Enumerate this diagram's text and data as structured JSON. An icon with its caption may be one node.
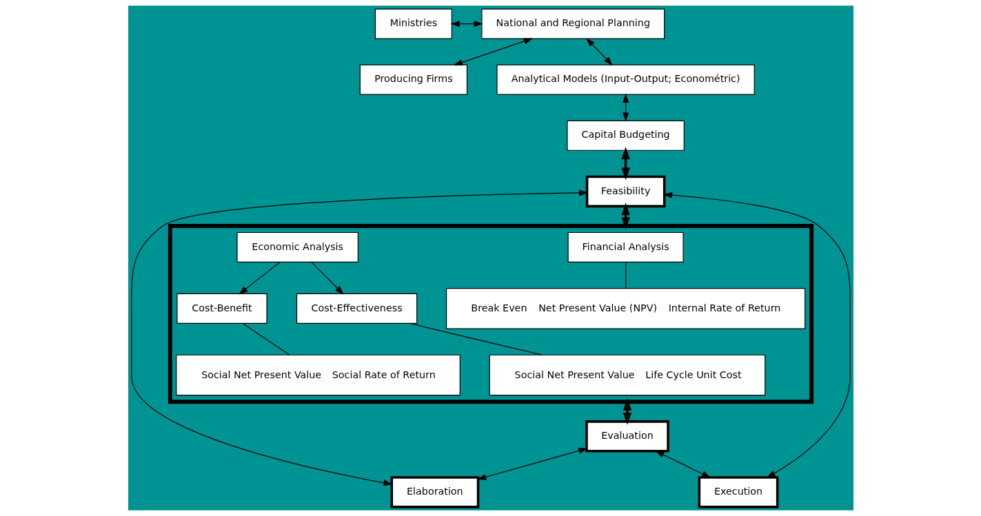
{
  "diagram": {
    "nodes": [
      {
        "text": [
          "Ministries"
        ]
      },
      {
        "text": [
          "Producing Firms"
        ]
      },
      {
        "text": [
          "National and Regional Planning"
        ]
      },
      {
        "text": [
          "Analytical Models (Input-Output; Econométric)"
        ]
      },
      {
        "text": [
          "Capital Budgeting"
        ]
      },
      {
        "text": [
          "Feasibility"
        ]
      },
      {
        "text": [],
        "shape": "box"
      },
      {
        "text": [
          "Financial Analysis"
        ],
        "in": 6
      },
      {
        "text": [
          "Break Even",
          "Net Present Value (NPV)",
          "Internal Rate of Return"
        ],
        "in": 6
      },
      {
        "text": [
          "Economic Analysis"
        ],
        "in": 6
      },
      {
        "text": [
          "Cost-Benefit"
        ],
        "in": 6
      },
      {
        "text": [
          "Cost-Effectiveness"
        ],
        "in": 6
      },
      {
        "text": [
          "Social Net Present Value",
          "Social Rate of Return"
        ],
        "in": 6
      },
      {
        "text": [
          "Social Net Present Value",
          "Life Cycle Unit Cost"
        ],
        "in": 6
      },
      {
        "text": [
          "Elaboration"
        ]
      },
      {
        "text": [
          "Execution"
        ]
      },
      {
        "text": [
          "Evaluation"
        ]
      }
    ],
    "edges": [
      {
        "from": 0,
        "to": 2,
        "arrow": "both"
      },
      {
        "from": 1,
        "to": 2,
        "arrow": "both"
      },
      {
        "from": 2,
        "to": 3,
        "arrow": "both"
      },
      {
        "from": 3,
        "to": 4,
        "arrow": "both"
      },
      {
        "from": 4,
        "to": 5,
        "arrow": "both",
        "style": "thick"
      },
      {
        "from": 5,
        "to": 6,
        "arrow": "both",
        "style": "thick"
      },
      {
        "from": 7,
        "to": 8,
        "arrow": "none"
      },
      {
        "from": 9,
        "to": 10,
        "arrow": "to"
      },
      {
        "from": 9,
        "to": 11,
        "arrow": "to"
      },
      {
        "from": 10,
        "to": 12,
        "arrow": "none"
      },
      {
        "from": 11,
        "to": 13,
        "arrow": "none"
      },
      {
        "from": 6,
        "to": 16,
        "arrow": "both",
        "style": "thick"
      },
      {
        "from": 5,
        "to": 14,
        "arrow": "both"
      },
      {
        "from": 5,
        "to": 15,
        "arrow": "both"
      },
      {
        "from": 16,
        "to": 14,
        "arrow": "both"
      },
      {
        "from": 16,
        "to": 15,
        "arrow": "both"
      }
    ]
  }
}
